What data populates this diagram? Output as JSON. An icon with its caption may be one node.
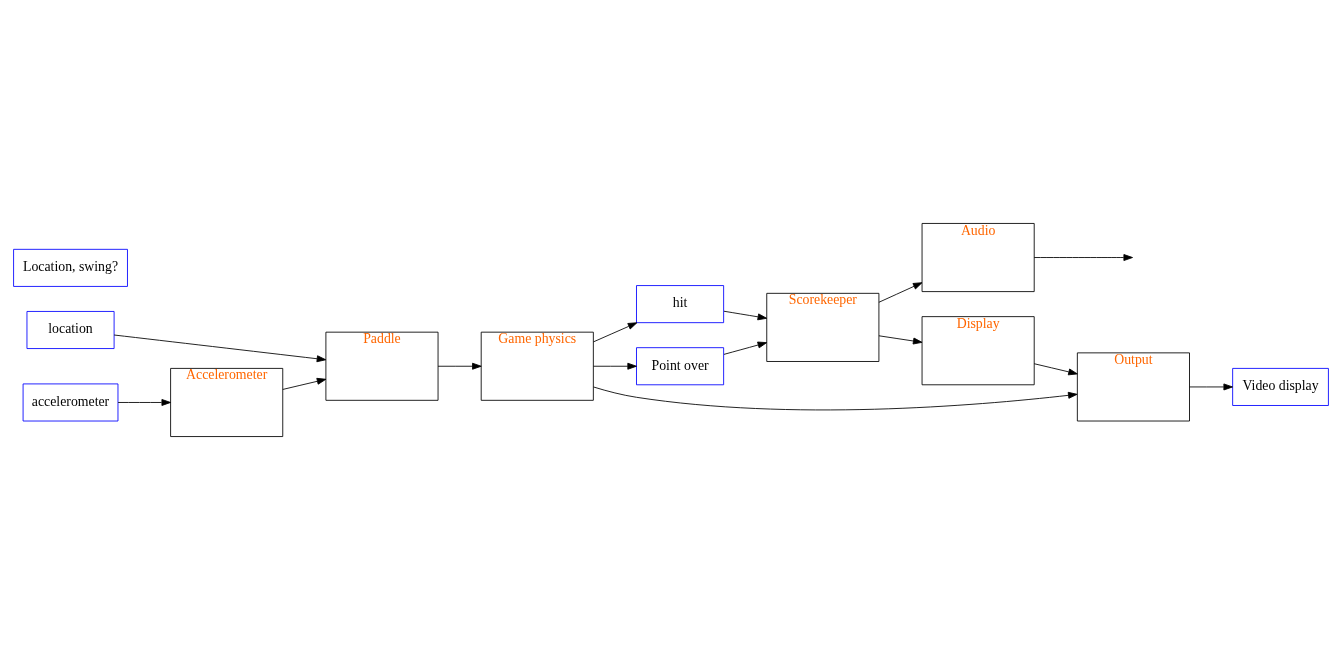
{
  "diagram": {
    "nodes": [
      {
        "text": [
          "location"
        ]
      },
      {
        "text": [
          "Paddle"
        ]
      },
      {
        "text": [
          "Location, swing?"
        ]
      },
      {
        "text": [
          "hit"
        ]
      },
      {
        "text": [
          "Scorekeeper"
        ]
      },
      {
        "text": [
          "Audio"
        ]
      },
      {
        "text": [
          "Point over"
        ]
      },
      {
        "text": [
          "Game physics"
        ]
      },
      {
        "text": [
          "Output"
        ]
      },
      {
        "text": [
          "Video display"
        ]
      },
      {
        "text": [
          "Accelerometer"
        ]
      },
      {
        "text": [
          "Display"
        ]
      },
      {
        "text": [
          "accelerometer"
        ]
      }
    ],
    "edges": [
      {
        "from": 0,
        "to": 1,
        "arrow": "to"
      },
      {
        "from": 1,
        "to": 7,
        "arrow": "to"
      },
      {
        "from": 10,
        "to": 1,
        "arrow": "to"
      },
      {
        "from": 12,
        "to": 10,
        "arrow": "to"
      },
      {
        "from": 7,
        "to": 3,
        "arrow": "to"
      },
      {
        "from": 3,
        "to": 4,
        "arrow": "to"
      },
      {
        "from": 7,
        "to": 6,
        "arrow": "to"
      },
      {
        "from": 6,
        "to": 4,
        "arrow": "to"
      },
      {
        "from": 4,
        "to": 5,
        "arrow": "to"
      },
      {
        "from": 5,
        "to": null,
        "arrow": "to"
      },
      {
        "from": 4,
        "to": 11,
        "arrow": "to"
      },
      {
        "from": 7,
        "to": 8,
        "arrow": "to"
      },
      {
        "from": 8,
        "to": 9,
        "arrow": "to"
      },
      {
        "from": 11,
        "to": 8,
        "arrow": "to"
      }
    ]
  }
}
